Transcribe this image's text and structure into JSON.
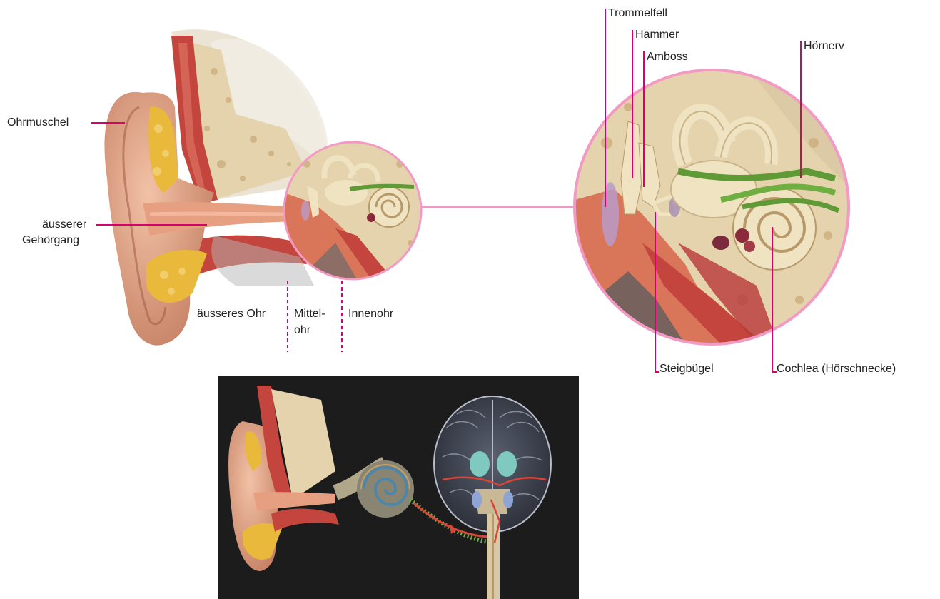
{
  "labels": {
    "ohrmuschel": "Ohrmuschel",
    "gehoergang_1": "äusserer",
    "gehoergang_2": "Gehörgang",
    "aeusseres_ohr": "äusseres Ohr",
    "mittelohr_1": "Mittel-",
    "mittelohr_2": "ohr",
    "innenohr": "Innenohr",
    "trommelfell": "Trommelfell",
    "hammer": "Hammer",
    "amboss": "Amboss",
    "hoernerv": "Hörnerv",
    "steigbuegel": "Steigbügel",
    "cochlea": "Cochlea (Hörschnecke)"
  },
  "colors": {
    "leader": "#d6006f",
    "zoom_ring": "#f29ac4",
    "skin": "#e6a586",
    "bone": "#e8d9b5",
    "muscle": "#c4453d",
    "fat": "#e8b93a",
    "nerve": "#5f9a36",
    "panel_bg": "#1c1c1c"
  },
  "icons": {
    "ear_illustration": "ear-cross-section",
    "zoom_illustration": "middle-inner-ear-zoom",
    "pathway_illustration": "auditory-pathway-brain"
  }
}
